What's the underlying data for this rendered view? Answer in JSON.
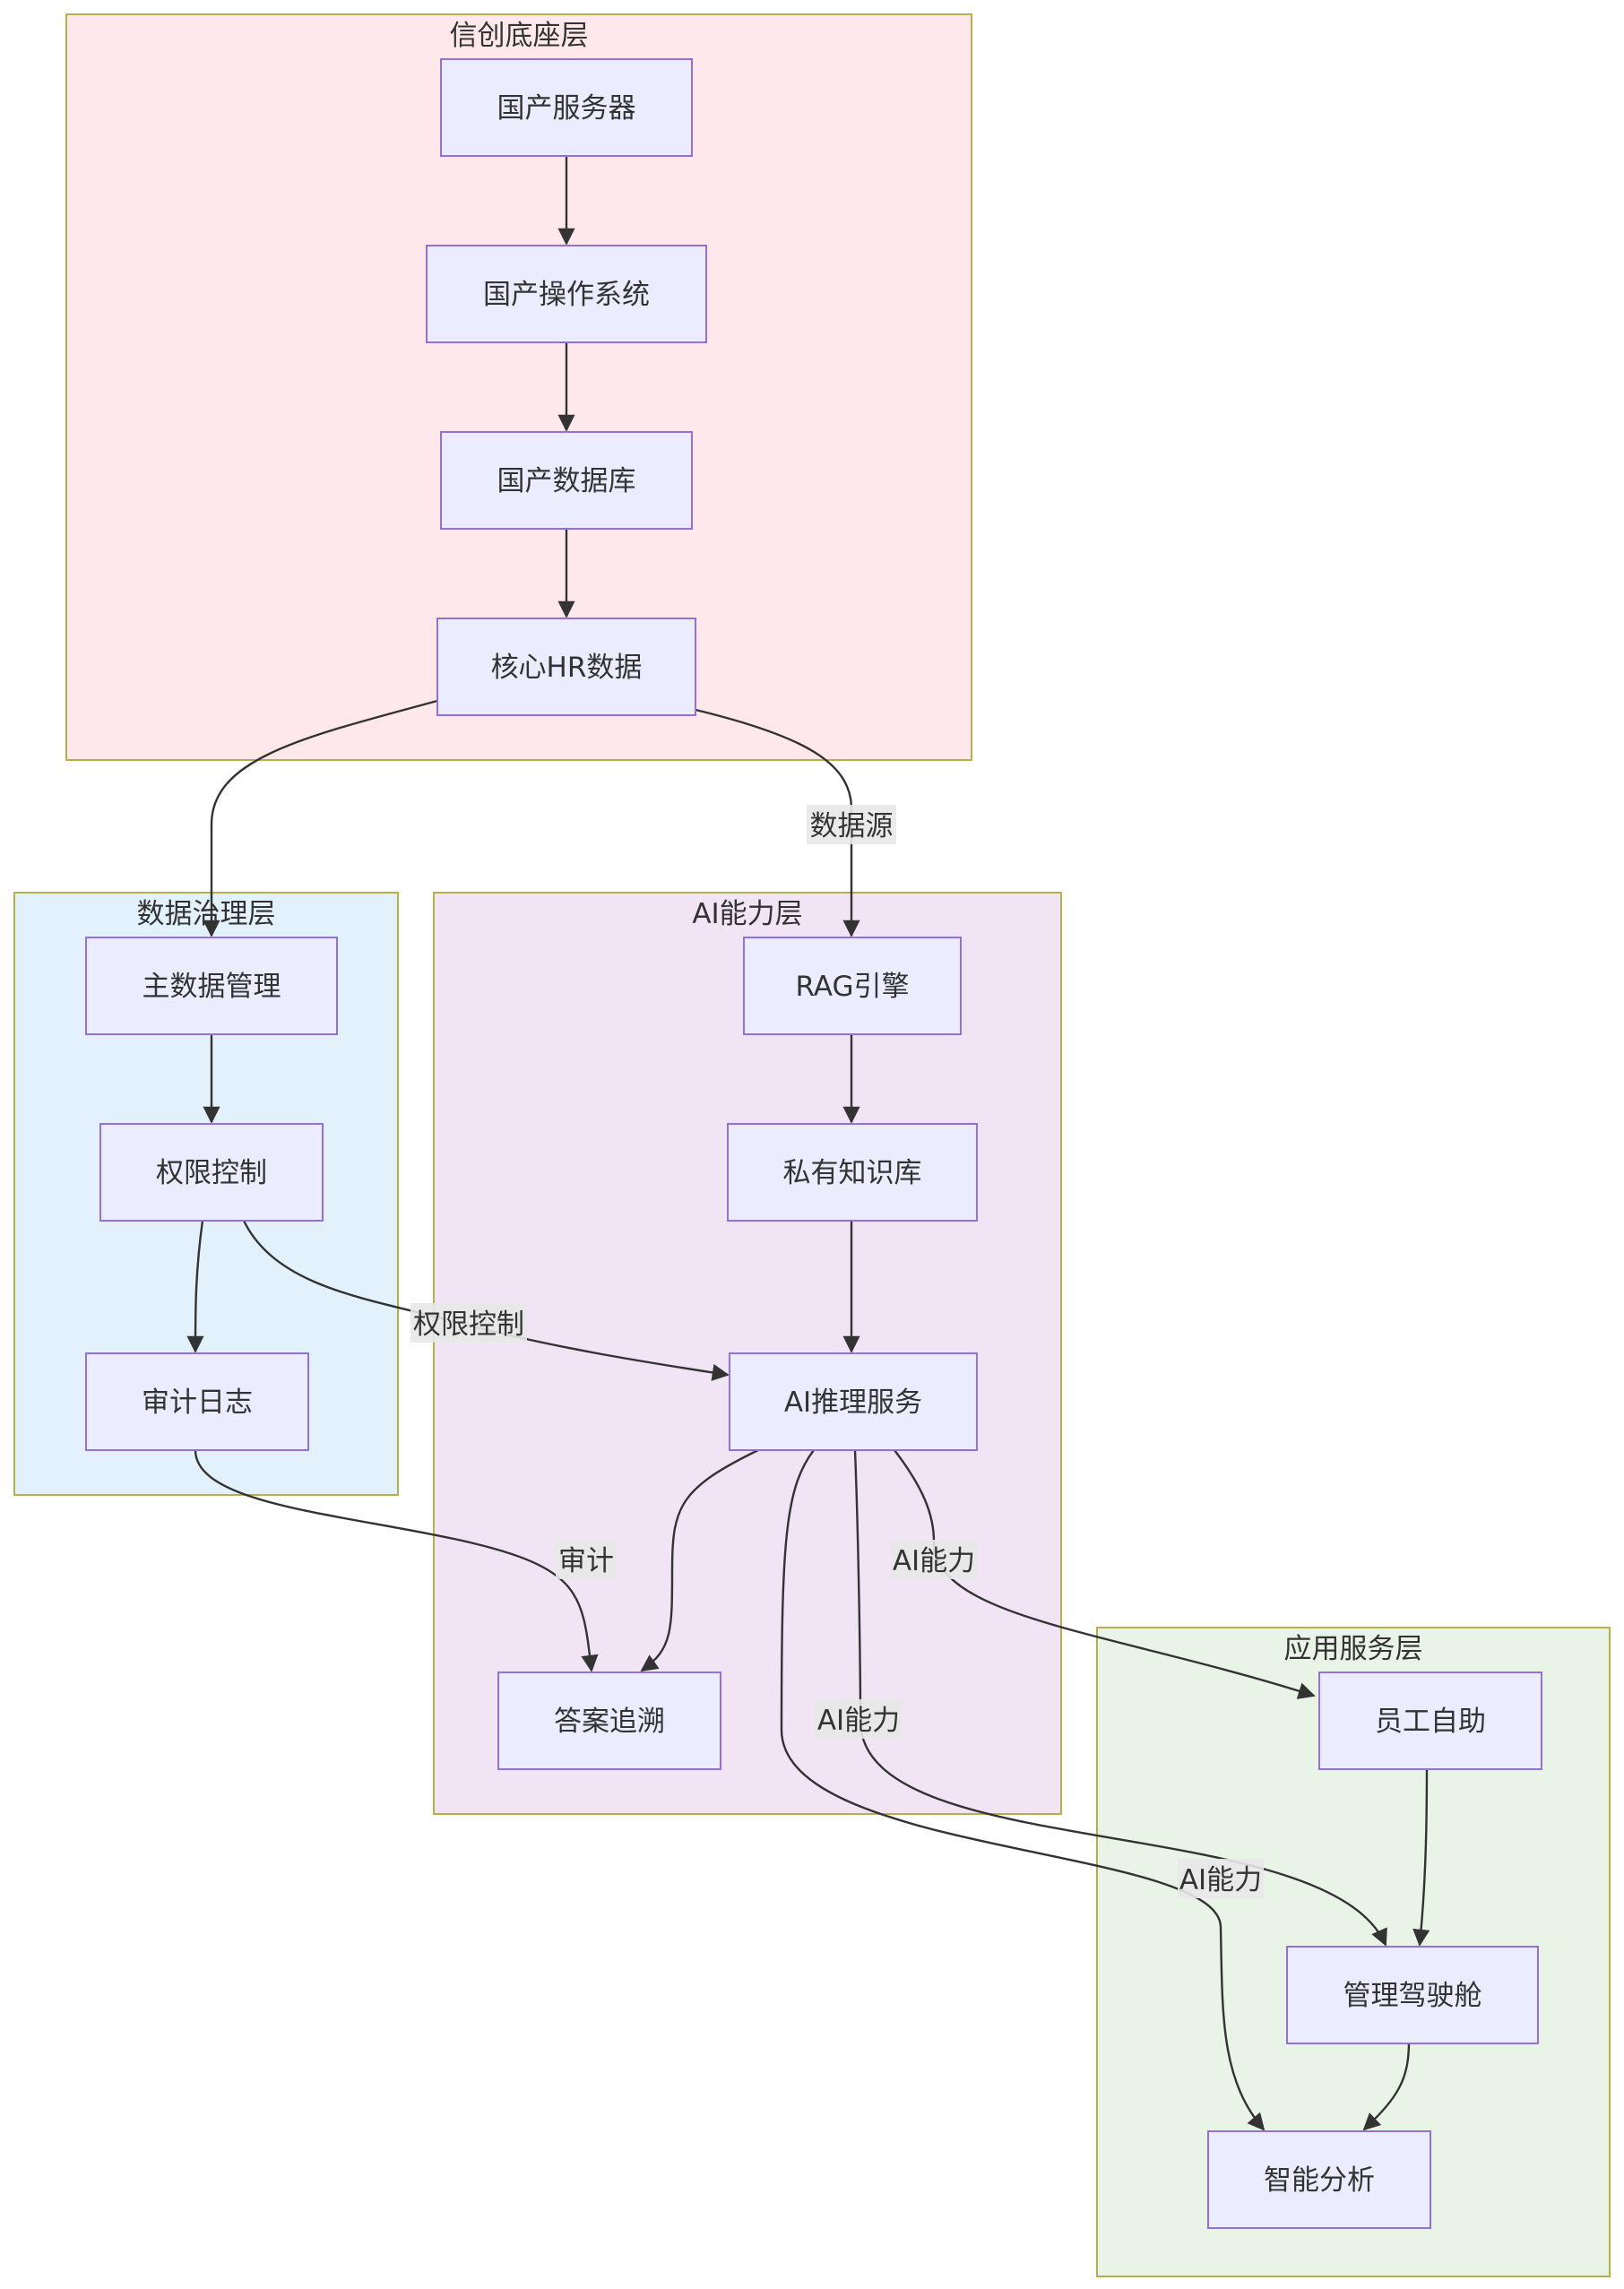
{
  "diagram": {
    "groups": {
      "xinchuang": {
        "title": "信创底座层",
        "fill": "#ffe8ec",
        "stroke": "#b5b04a"
      },
      "governance": {
        "title": "数据治理层",
        "fill": "#e2f1fb",
        "stroke": "#b5b04a"
      },
      "ai": {
        "title": "AI能力层",
        "fill": "#f1e4f4",
        "stroke": "#b5b04a"
      },
      "app": {
        "title": "应用服务层",
        "fill": "#e8f4e6",
        "stroke": "#b5b04a"
      }
    },
    "nodes": {
      "server": "国产服务器",
      "os": "国产操作系统",
      "db": "国产数据库",
      "hrdata": "核心HR数据",
      "mdm": "主数据管理",
      "perm": "权限控制",
      "audit": "审计日志",
      "rag": "RAG引擎",
      "kb": "私有知识库",
      "infer": "AI推理服务",
      "trace": "答案追溯",
      "selfservice": "员工自助",
      "cockpit": "管理驾驶舱",
      "analysis": "智能分析"
    },
    "edge_labels": {
      "datasource": "数据源",
      "perm_control": "权限控制",
      "audit": "审计",
      "ai_cap_1": "AI能力",
      "ai_cap_2": "AI能力",
      "ai_cap_3": "AI能力"
    },
    "colors": {
      "node_fill": "#ececff",
      "node_stroke": "#9370db",
      "edge": "#333333"
    }
  }
}
